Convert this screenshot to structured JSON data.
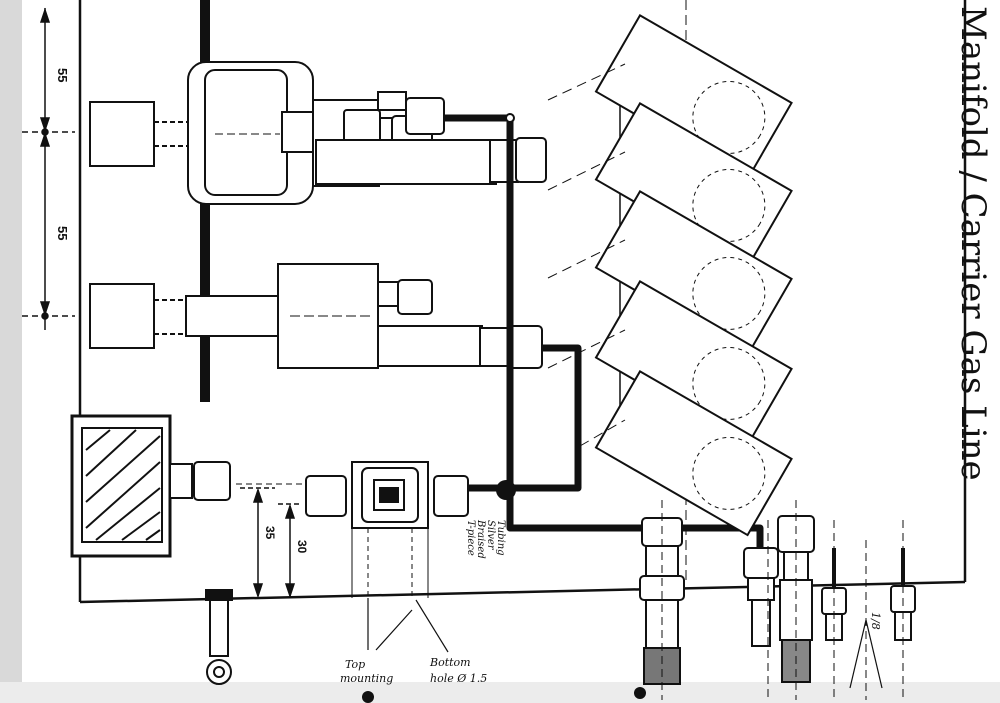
{
  "title": "Manifold / Carrier Gas Line",
  "dimensions": {
    "upper_spacing": "55",
    "middle_spacing": "55",
    "outer_height": "35",
    "inner_height": "30"
  },
  "annotations": {
    "tee_note": [
      "Tubing",
      "Silver",
      "Braised",
      "T-piece"
    ],
    "top_mounting": [
      "Top",
      "mounting"
    ],
    "bottom_hole": [
      "Bottom",
      "hole Ø 1.5"
    ],
    "pipe_size": "1/8"
  },
  "colors": {
    "ink": "#111111",
    "paper": "#ffffff",
    "shade": "#6b6b6b"
  }
}
